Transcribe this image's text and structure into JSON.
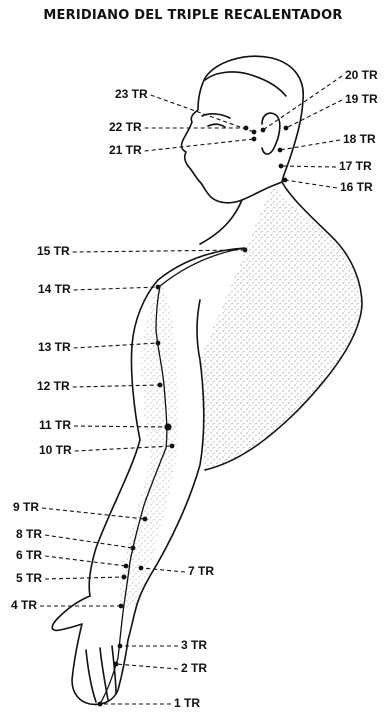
{
  "title": "MERIDIANO DEL TRIPLE RECALENTADOR",
  "colors": {
    "ink": "#111111",
    "background": "#ffffff"
  },
  "points": [
    {
      "id": "p1",
      "label": "1 TR"
    },
    {
      "id": "p2",
      "label": "2 TR"
    },
    {
      "id": "p3",
      "label": "3 TR"
    },
    {
      "id": "p4",
      "label": "4 TR"
    },
    {
      "id": "p5",
      "label": "5 TR"
    },
    {
      "id": "p6",
      "label": "6 TR"
    },
    {
      "id": "p7",
      "label": "7 TR"
    },
    {
      "id": "p8",
      "label": "8 TR"
    },
    {
      "id": "p9",
      "label": "9 TR"
    },
    {
      "id": "p10",
      "label": "10 TR"
    },
    {
      "id": "p11",
      "label": "11 TR"
    },
    {
      "id": "p12",
      "label": "12 TR"
    },
    {
      "id": "p13",
      "label": "13 TR"
    },
    {
      "id": "p14",
      "label": "14 TR"
    },
    {
      "id": "p15",
      "label": "15 TR"
    },
    {
      "id": "p16",
      "label": "16 TR"
    },
    {
      "id": "p17",
      "label": "17 TR"
    },
    {
      "id": "p18",
      "label": "18 TR"
    },
    {
      "id": "p19",
      "label": "19 TR"
    },
    {
      "id": "p20",
      "label": "20 TR"
    },
    {
      "id": "p21",
      "label": "21 TR"
    },
    {
      "id": "p22",
      "label": "22 TR"
    },
    {
      "id": "p23",
      "label": "23 TR"
    }
  ]
}
